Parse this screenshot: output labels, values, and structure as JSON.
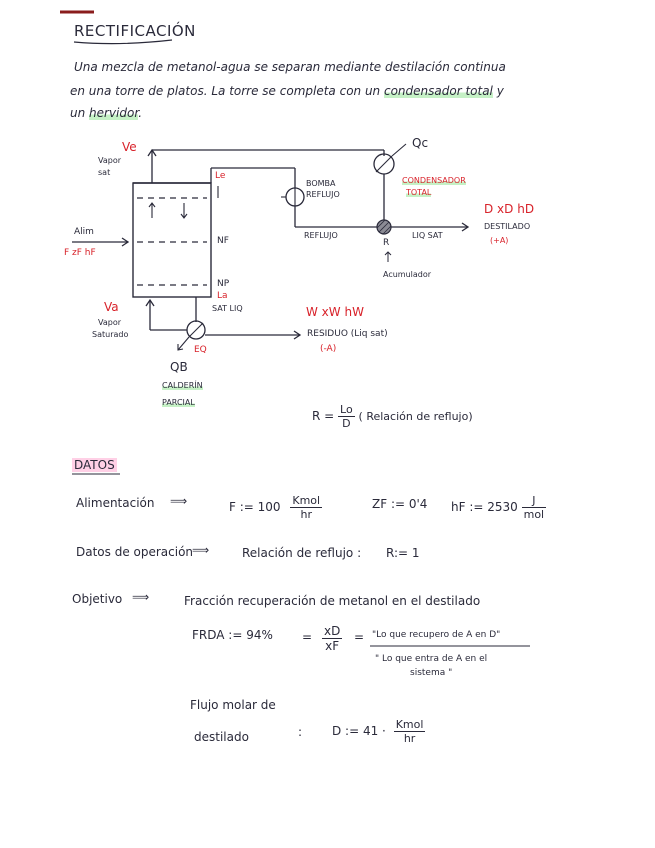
{
  "title": "RECTIFICACIÓN",
  "intro": {
    "line1": "Una mezcla de metanol-agua se separan mediante destilación continua",
    "line2_pre": "en una torre de platos. La torre se completa con un ",
    "line2_hl": "condensador total",
    "line2_post": " y",
    "line3_pre": "un ",
    "line3_hl": "hervidor",
    "line3_post": "."
  },
  "diagram": {
    "ve": "Ve",
    "vapor_sat_1": "Vapor",
    "vapor_sat_2": "sat",
    "le": "Le",
    "qc": "Qc",
    "bomba_1": "BOMBA",
    "bomba_2": "REFLUJO",
    "condensador_1": "CONDENSADOR",
    "condensador_2": "TOTAL",
    "d_label": "D xD hD",
    "destilado_1": "DESTILADO",
    "destilado_2": "(+A)",
    "alim": "Alim",
    "feed": "F zF hF",
    "nf": "NF",
    "reflujo": "REFLUJO",
    "liq_sat": "LIQ SAT",
    "r": "R",
    "acumulador": "Acumulador",
    "np": "NP",
    "la_1": "La",
    "la_2": "SAT LIQ",
    "va": "Va",
    "vapor_sob_1": "Vapor",
    "vapor_sob_2": "Saturado",
    "w_label": "W xW hW",
    "residuo_1": "RESIDUO (Liq sat)",
    "residuo_2": "(-A)",
    "eq": "EQ",
    "qb": "QB",
    "caldera_1": "CALDERÍN",
    "caldera_2": "PARCIAL",
    "reflux_r": "R =",
    "reflux_num": "Lo",
    "reflux_den": "D",
    "reflux_note": "( Relación de reflujo)"
  },
  "datos": {
    "heading": "DATOS",
    "alim_label": "Alimentación",
    "f_eq": "F := 100",
    "f_unit_num": "Kmol",
    "f_unit_den": "hr",
    "zf": "ZF := 0'4",
    "hf": "hF := 2530",
    "hf_unit_num": "J",
    "hf_unit_den": "mol",
    "oper_label": "Datos de operación",
    "reflux_label": "Relación de reflujo :",
    "reflux_val": "R:= 1",
    "obj_label": "Objetivo",
    "frac_label": "Fracción recuperación de metanol en el destilado",
    "frd": "FRDA := 94%",
    "frd_num": "xD",
    "frd_den": "xF",
    "quote_num": "\"Lo que recupero de A en D\"",
    "quote_den_1": "\" Lo que entra de A en el",
    "quote_den_2": "sistema \"",
    "flujo_1": "Flujo molar de",
    "flujo_2": "destilado",
    "d_eq": "D := 41 ·",
    "d_unit_num": "Kmol",
    "d_unit_den": "hr",
    "arrow": "⟹",
    "eq_sign": "="
  }
}
